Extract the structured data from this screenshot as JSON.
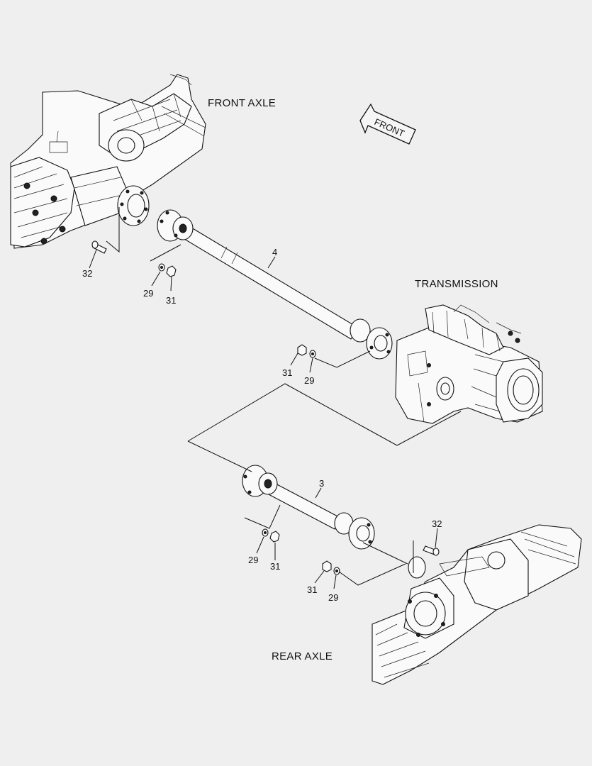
{
  "labels": {
    "front_axle": "FRONT AXLE",
    "transmission": "TRANSMISSION",
    "rear_axle": "REAR AXLE",
    "front_arrow": "FRONT"
  },
  "callouts": {
    "shaft_front": "4",
    "shaft_rear": "3",
    "bolt_front": "32",
    "washer_front_axle": "29",
    "nut_front_axle": "31",
    "nut_transmission": "31",
    "washer_transmission": "29",
    "washer_rear_a": "29",
    "nut_rear_a": "31",
    "bolt_rear": "32",
    "nut_rear_b": "31",
    "washer_rear_b": "29"
  }
}
